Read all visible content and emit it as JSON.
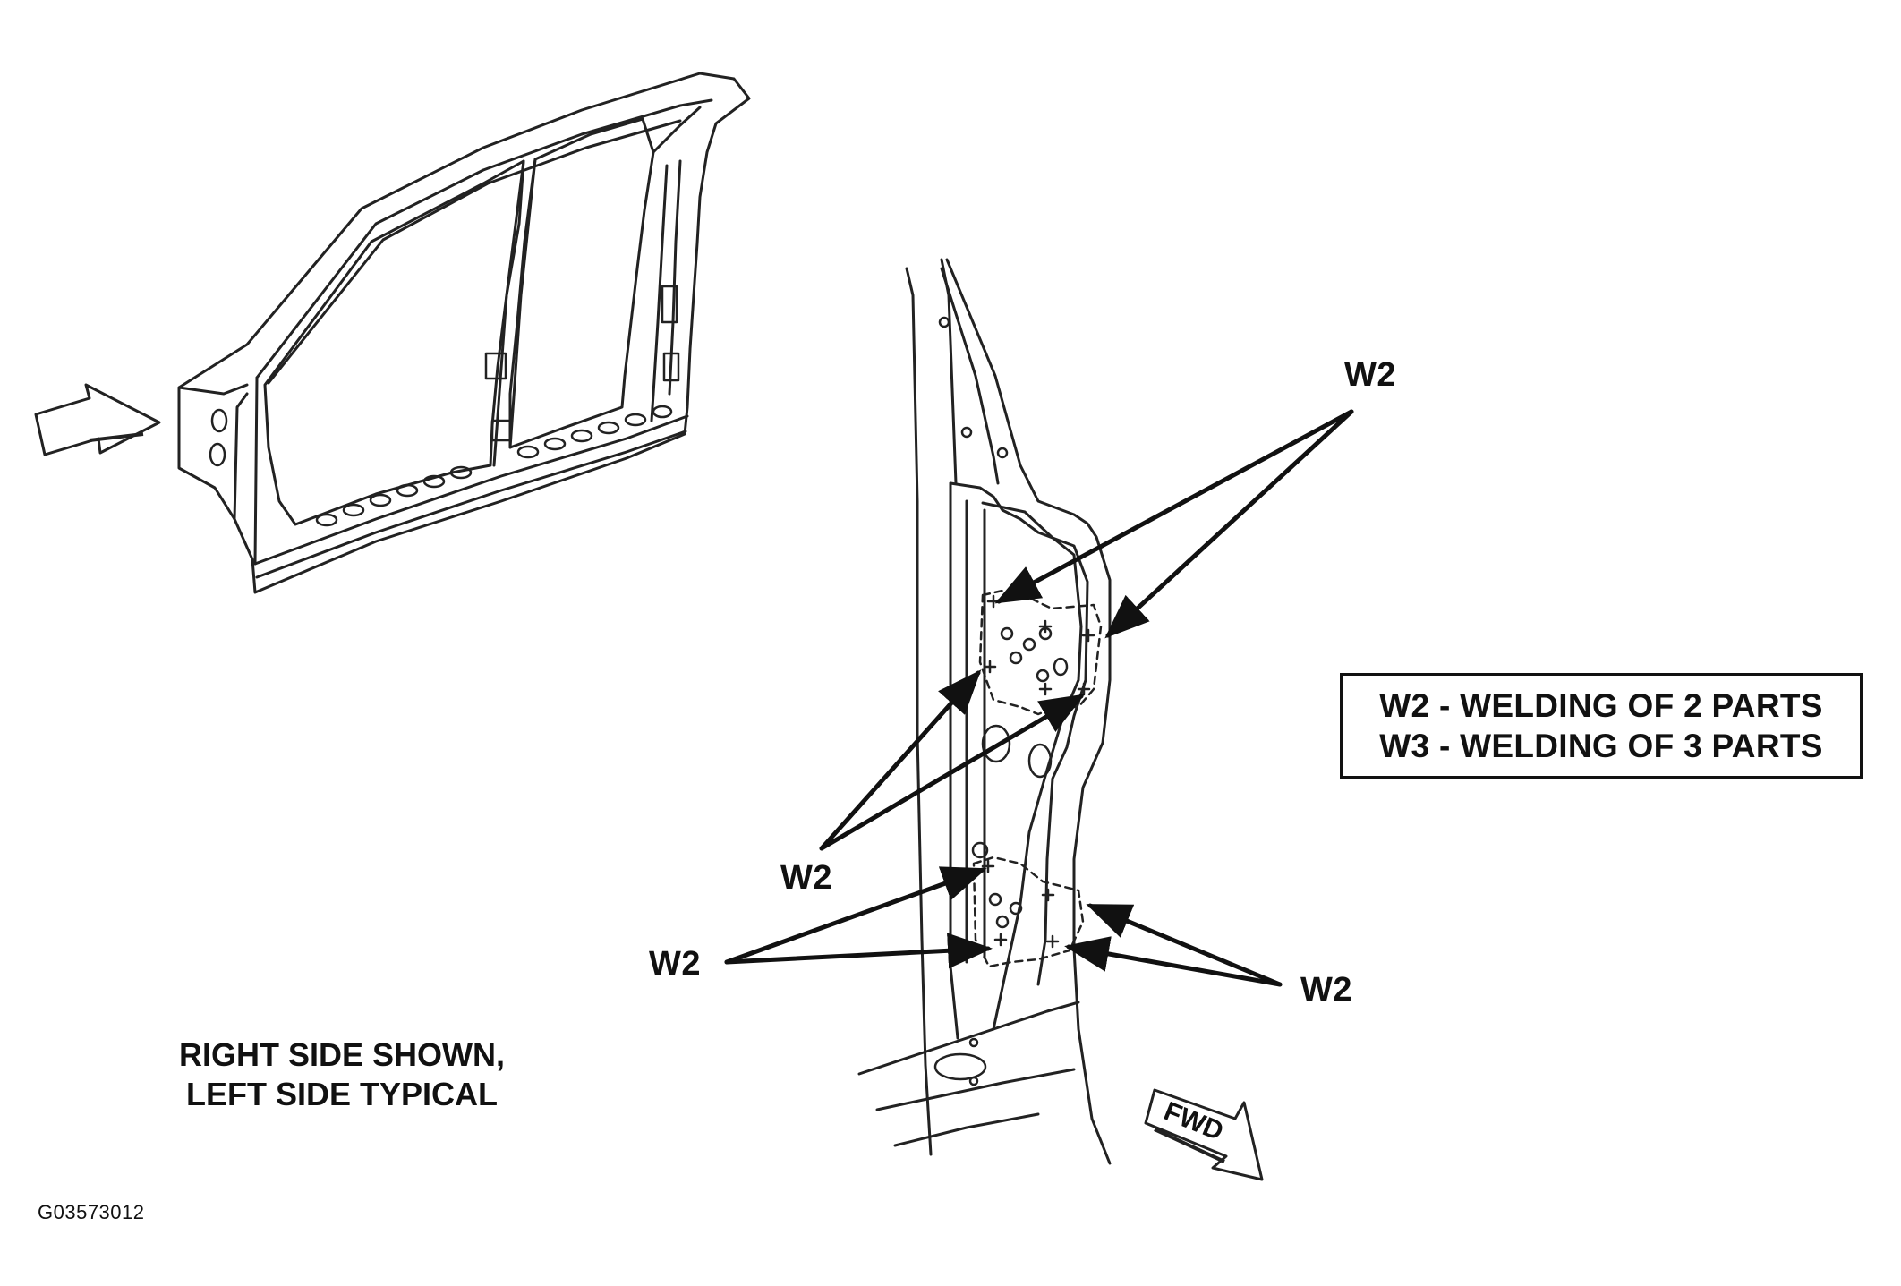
{
  "callouts": {
    "top_right": "W2",
    "middle_left": "W2",
    "lower_left": "W2",
    "lower_right": "W2"
  },
  "legend": {
    "line1": "W2 - WELDING OF 2 PARTS",
    "line2": "W3 - WELDING OF 3 PARTS"
  },
  "note": {
    "line1": "RIGHT SIDE SHOWN,",
    "line2": "LEFT SIDE TYPICAL"
  },
  "fwd_label": "FWD",
  "figure_id": "G03573012"
}
